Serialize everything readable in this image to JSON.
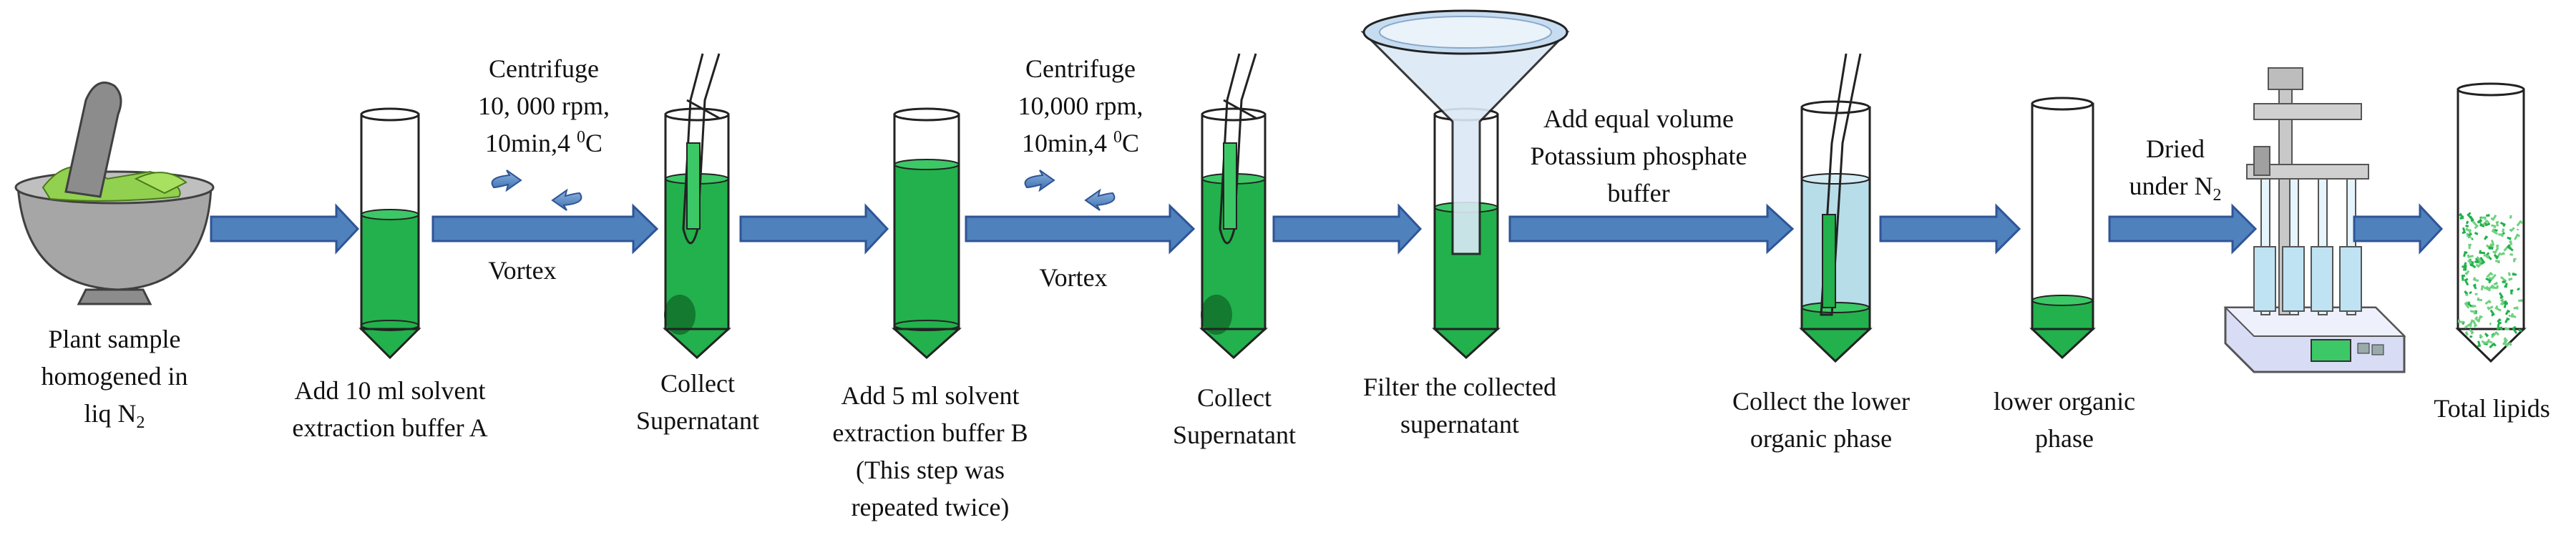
{
  "steps": [
    {
      "label_lines": [
        "Plant sample",
        "homogened  in",
        "liq N"
      ],
      "sub_text": "2"
    },
    {
      "label_lines": [
        "Add 10 ml solvent",
        "extraction buffer A"
      ]
    },
    {
      "label_lines": [
        "Collect",
        "Supernatant"
      ]
    },
    {
      "label_lines": [
        "Add 5 ml solvent",
        "extraction buffer B",
        "(This step  was",
        "repeated twice)"
      ]
    },
    {
      "label_lines": [
        "Collect",
        "Supernatant"
      ]
    },
    {
      "label_lines": [
        "Filter the collected",
        "supernatant"
      ]
    },
    {
      "label_lines": [
        "Collect the lower",
        "organic phase"
      ]
    },
    {
      "label_lines": [
        "lower organic",
        "phase"
      ]
    },
    {
      "label_lines": [
        "Total lipids"
      ]
    }
  ],
  "arrows": [
    {
      "label_lines": []
    },
    {
      "above_lines": [
        "Centrifuge",
        "10, 000 rpm,",
        "10min,4 "
      ],
      "sup_text": "0",
      "unit": "C",
      "below_text": "Vortex"
    },
    {
      "label_lines": []
    },
    {
      "above_lines": [
        "Centrifuge",
        "10,000 rpm,",
        "10min,4 "
      ],
      "sup_text": "0",
      "unit": "C",
      "below_text": "Vortex"
    },
    {
      "label_lines": []
    },
    {
      "above_lines": [
        "Add equal volume",
        "Potassium phosphate",
        "buffer"
      ]
    },
    {
      "label_lines": []
    },
    {
      "above_lines": [
        "Dried",
        "under N"
      ],
      "sub_text": "2"
    },
    {
      "label_lines": []
    }
  ],
  "colors": {
    "arrow_fill": "#4f81bd",
    "arrow_stroke": "#2f5597",
    "solvent_green": "#22b14c",
    "dark_green": "#1a7a33",
    "phosphate_blue": "#b7dde8",
    "mortar_gray": "#a6a6a6"
  }
}
